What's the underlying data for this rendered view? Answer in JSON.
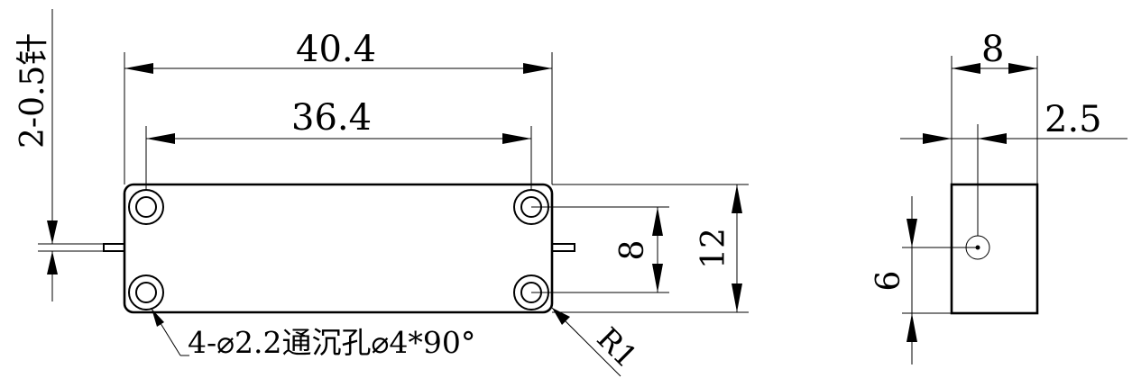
{
  "front_view": {
    "overall_length": "40.4",
    "hole_spacing_length": "36.4",
    "hole_spacing_width": "8",
    "overall_width": "12",
    "pin_note": "2-0.5针",
    "hole_note": "4-⌀2.2通沉孔⌀4*90°",
    "corner_radius": "R1"
  },
  "side_view": {
    "width": "8",
    "pin_offset": "2.5",
    "pin_height": "6"
  }
}
